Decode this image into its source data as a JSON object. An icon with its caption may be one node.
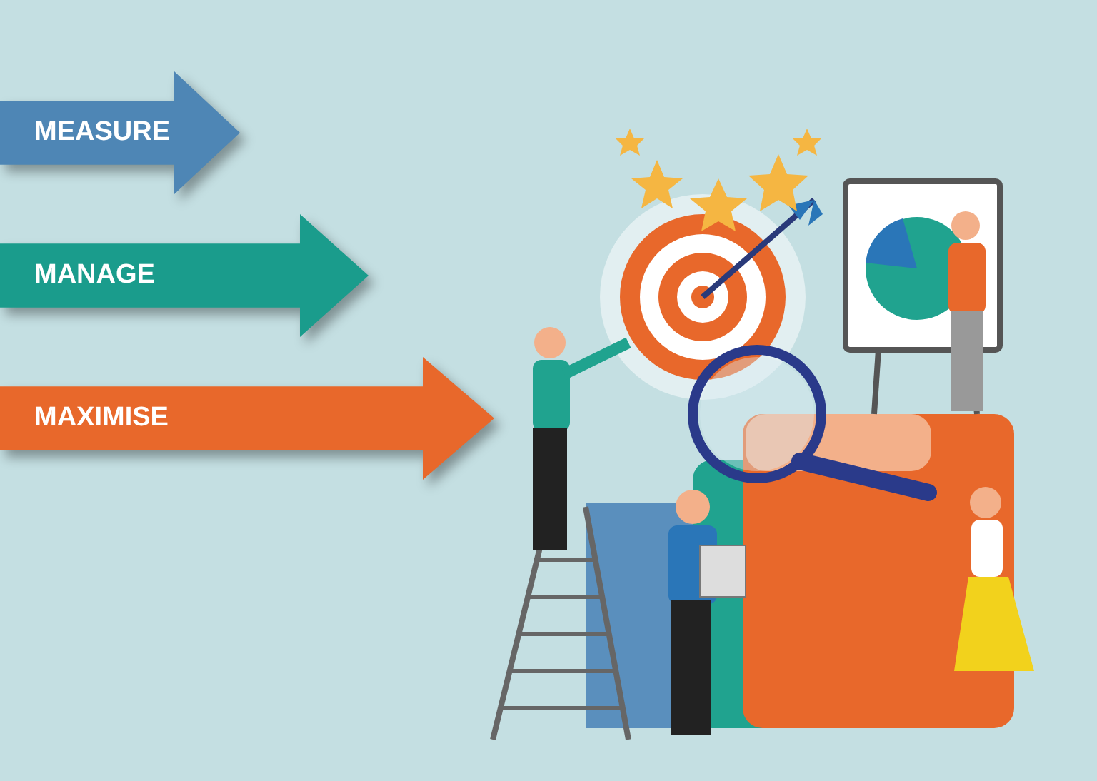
{
  "diagram": {
    "nodes": [
      {
        "text": [
          "MEASURE"
        ]
      },
      {
        "text": [
          "MANAGE"
        ]
      },
      {
        "text": [
          "MAXIMISE"
        ]
      }
    ]
  }
}
